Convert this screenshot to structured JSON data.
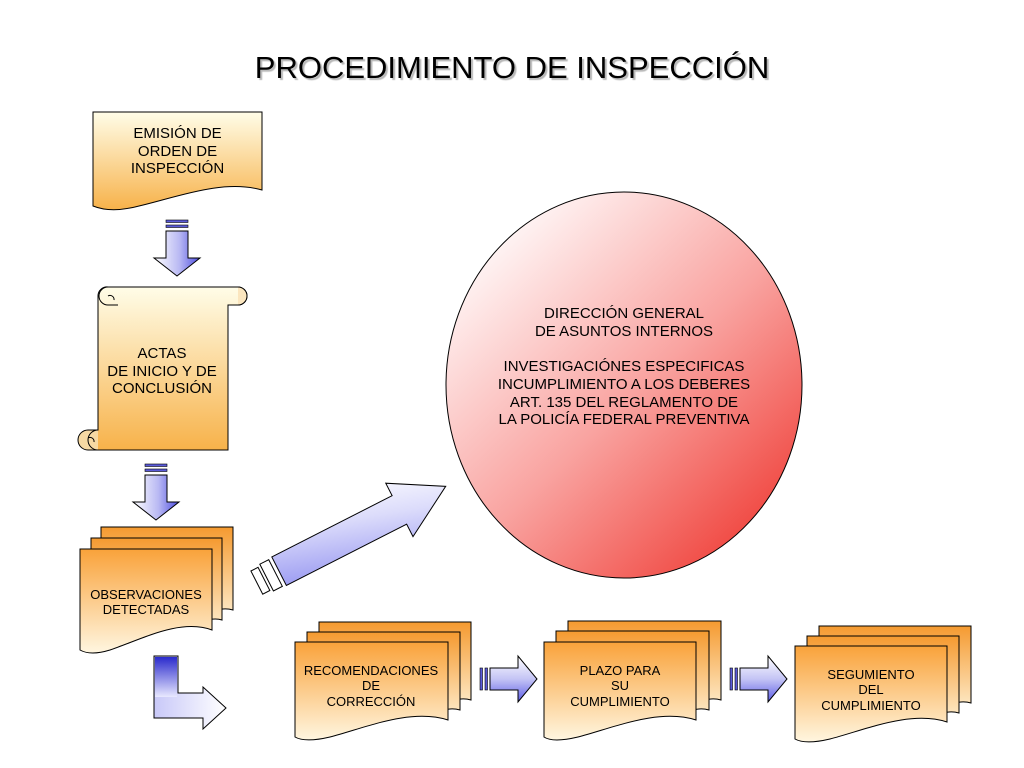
{
  "title": "PROCEDIMIENTO DE INSPECCIÓN",
  "colors": {
    "orange_light": "#fffde8",
    "orange_dark": "#f7b24a",
    "circle_light": "#fff7f7",
    "circle_dark": "#ef3b34",
    "arrow_light": "#ffffff",
    "arrow_dark": "#5c5ce6"
  },
  "nodes": {
    "emision": {
      "icon": "document-shape",
      "lines": [
        "EMISIÓN DE",
        "ORDEN DE",
        "INSPECCIÓN"
      ]
    },
    "actas": {
      "icon": "scroll-shape",
      "lines": [
        "ACTAS",
        "DE INICIO Y DE",
        "CONCLUSIÓN"
      ]
    },
    "observaciones": {
      "icon": "multi-document-shape",
      "lines": [
        "OBSERVACIONES",
        "DETECTADAS"
      ]
    },
    "direccion": {
      "icon": "circle-shape",
      "header": [
        "DIRECCIÓN GENERAL",
        "DE ASUNTOS INTERNOS"
      ],
      "body": [
        "INVESTIGACIÓNES ESPECIFICAS",
        "INCUMPLIMIENTO A LOS DEBERES",
        "ART. 135 DEL REGLAMENTO DE",
        "LA POLICÍA FEDERAL PREVENTIVA"
      ]
    },
    "recomendaciones": {
      "icon": "multi-document-shape",
      "lines": [
        "RECOMENDACIONES",
        "DE",
        "CORRECCIÓN"
      ]
    },
    "plazo": {
      "icon": "multi-document-shape",
      "lines": [
        "PLAZO PARA",
        "SU",
        "CUMPLIMIENTO"
      ]
    },
    "seguimiento": {
      "icon": "multi-document-shape",
      "lines": [
        "SEGUMIENTO",
        "DEL",
        "CUMPLIMIENTO"
      ]
    }
  },
  "connectors": [
    {
      "from": "emision",
      "to": "actas",
      "icon": "striped-down-arrow-icon"
    },
    {
      "from": "actas",
      "to": "observaciones",
      "icon": "striped-down-arrow-icon"
    },
    {
      "from": "observaciones",
      "to": "direccion",
      "icon": "notched-diagonal-arrow-icon"
    },
    {
      "from": "observaciones",
      "to": "recomendaciones",
      "icon": "bent-arrow-icon"
    },
    {
      "from": "recomendaciones",
      "to": "plazo",
      "icon": "striped-right-arrow-icon"
    },
    {
      "from": "plazo",
      "to": "seguimiento",
      "icon": "striped-right-arrow-icon"
    }
  ]
}
